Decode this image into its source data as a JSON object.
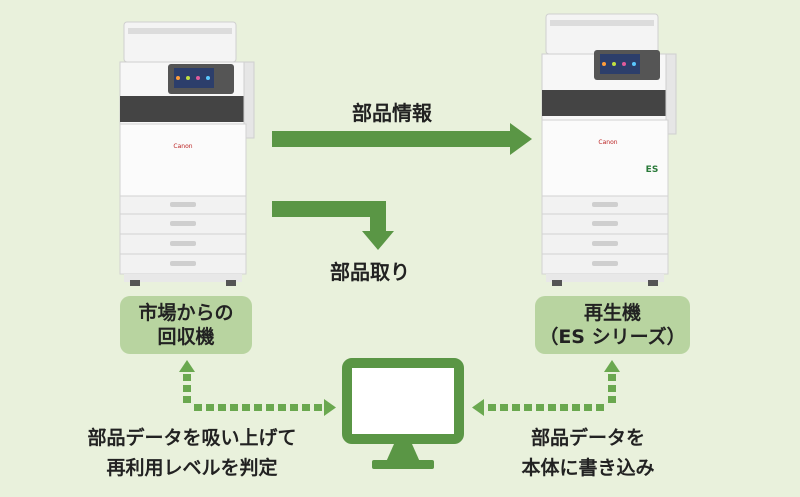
{
  "arrows": {
    "parts_info_label": "部品情報",
    "parts_removal_label": "部品取り"
  },
  "left_machine": {
    "brand": "Canon",
    "label_line1": "市場からの",
    "label_line2": "回収機"
  },
  "right_machine": {
    "brand": "Canon",
    "badge": "ES",
    "label_line1": "再生機",
    "label_line2": "（ES シリーズ）"
  },
  "left_caption": {
    "line1": "部品データを吸い上げて",
    "line2": "再利用レベルを判定"
  },
  "right_caption": {
    "line1": "部品データを",
    "line2": "本体に書き込み"
  },
  "colors": {
    "background": "#e9f1dc",
    "arrow_green": "#5a9645",
    "pill_green": "#b8d4a0",
    "dotted_green": "#6aa84f"
  }
}
